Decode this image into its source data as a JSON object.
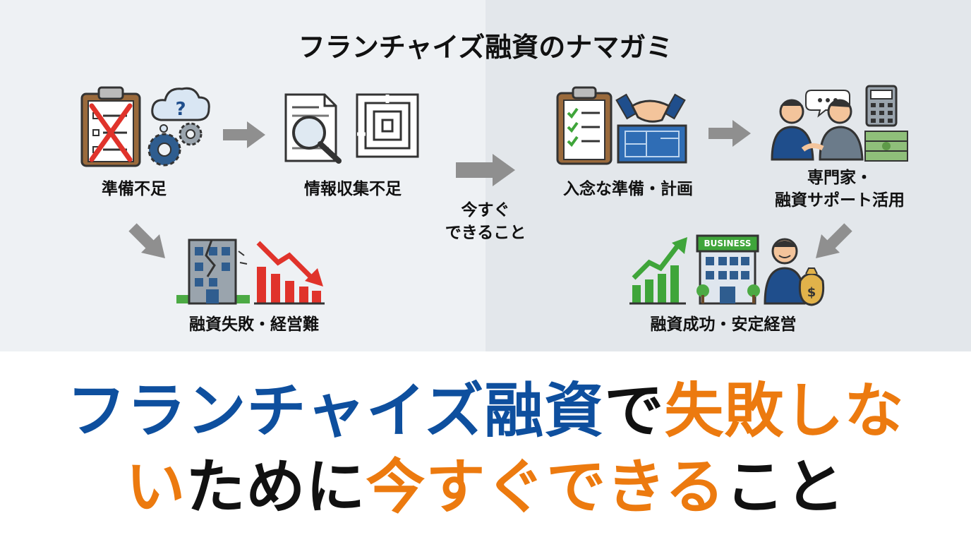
{
  "diagram": {
    "title": "フランチャイズ融資のナマガミ",
    "nodes": {
      "prep_lack": "準備不足",
      "info_lack": "情報収集不足",
      "failure": "融資失敗・経営難",
      "now_line1": "今すぐ",
      "now_line2": "できること",
      "thorough_prep": "入念な準備・計画",
      "expert_line1": "専門家・",
      "expert_line2": "融資サポート活用",
      "success": "融資成功・安定経営"
    },
    "business_sign": "BUSINESS",
    "colors": {
      "left_bg": "#eef1f4",
      "right_bg": "#e3e7eb",
      "arrow": "#8f8f8f",
      "red": "#e0332b",
      "green": "#3fa53a",
      "navy": "#1f4e8c"
    }
  },
  "headline": {
    "line1": [
      {
        "text": "フランチャイズ融資",
        "color": "blue"
      },
      {
        "text": "で",
        "color": "black"
      },
      {
        "text": "失敗しな",
        "color": "orange"
      }
    ],
    "line2": [
      {
        "text": "い",
        "color": "orange"
      },
      {
        "text": "ために",
        "color": "black"
      },
      {
        "text": "今すぐできる",
        "color": "orange"
      },
      {
        "text": "こと",
        "color": "black"
      }
    ]
  }
}
